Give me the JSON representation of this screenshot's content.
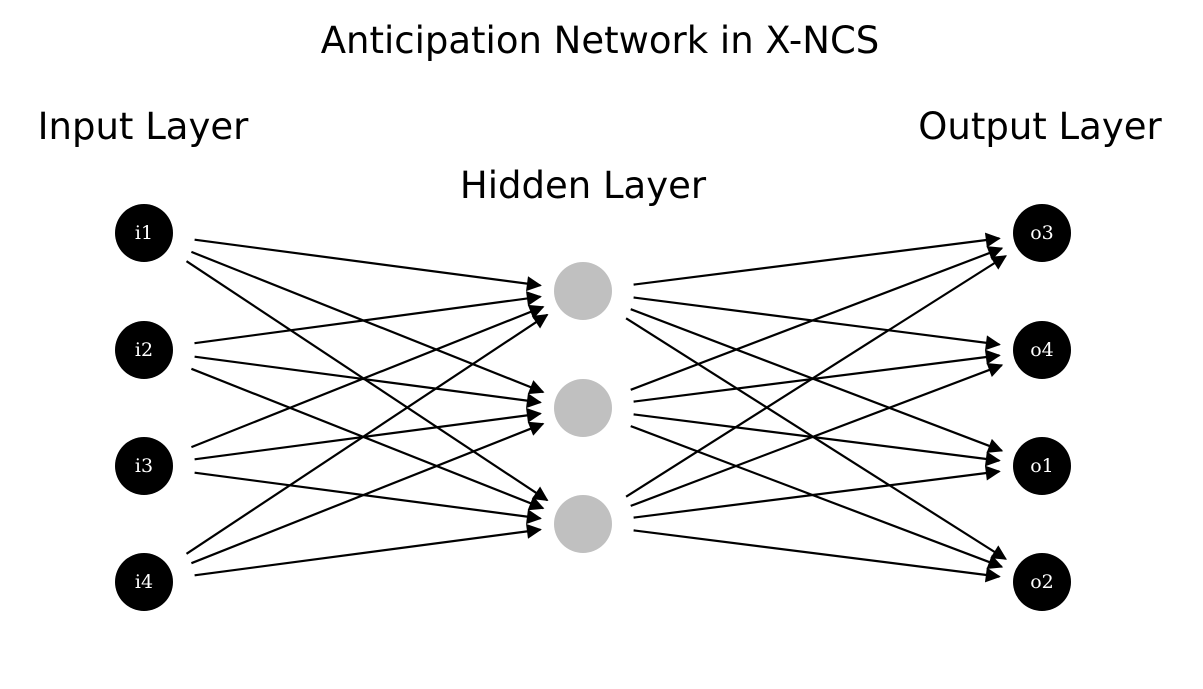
{
  "title": "Anticipation Network in X-NCS",
  "layers": {
    "input": "Input Layer",
    "hidden": "Hidden Layer",
    "output": "Output Layer"
  },
  "colors": {
    "io_node": "#000000",
    "hidden_node": "#c0c0c0",
    "edge": "#000000",
    "node_text": "#ffffff"
  },
  "input_nodes": [
    "i1",
    "i2",
    "i3",
    "i4"
  ],
  "hidden_node_count": 3,
  "output_nodes": [
    "o3",
    "o4",
    "o1",
    "o2"
  ],
  "connections": "fully-connected: every input node to every hidden node, every hidden node to every output node"
}
